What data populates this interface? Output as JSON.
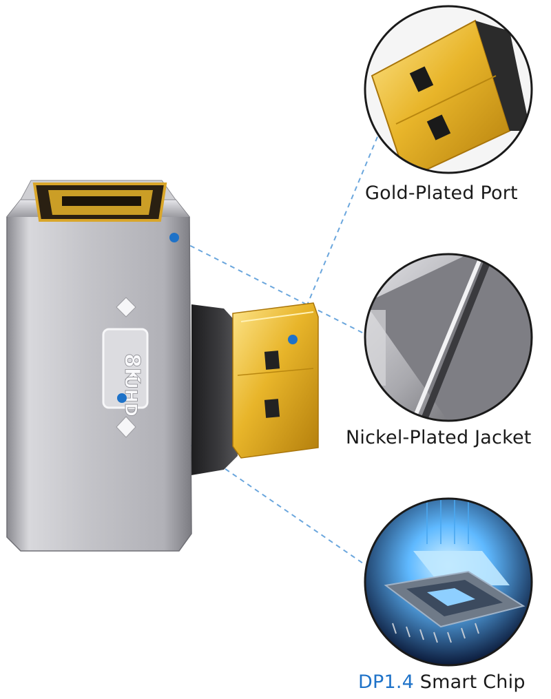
{
  "product": {
    "badge_text_1": "8K",
    "badge_text_2": "UHD"
  },
  "callouts": [
    {
      "label": "Gold-Plated Port"
    },
    {
      "label": "Nickel-Plated Jacket"
    },
    {
      "label_prefix": "DP1.4",
      "label_suffix": " Smart Chip"
    }
  ],
  "colors": {
    "accent": "#1e72c8",
    "gold": "#e4b422",
    "silver": "#b9b9bf",
    "leader_line": "#6aa6dd"
  }
}
